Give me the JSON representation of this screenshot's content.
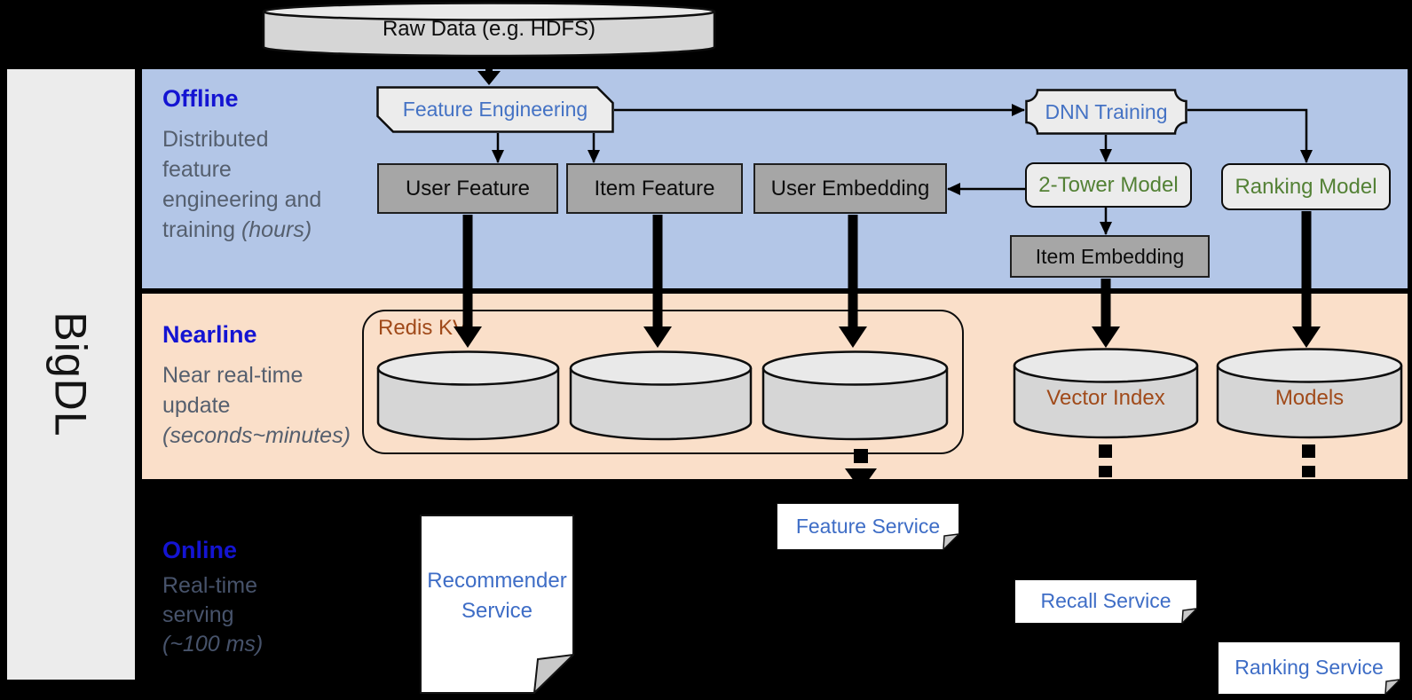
{
  "sidebar": {
    "label": "BigDL"
  },
  "source": {
    "label": "Raw Data (e.g. HDFS)"
  },
  "offline": {
    "title": "Offline",
    "desc_lines": [
      "Distributed",
      "feature",
      "engineering and"
    ],
    "desc_last": "training ",
    "desc_italic": "(hours)",
    "feature_engineering": "Feature Engineering",
    "dnn_training": "DNN Training",
    "user_feature": "User Feature",
    "item_feature": "Item Feature",
    "user_embedding": "User Embedding",
    "two_tower_model": "2-Tower Model",
    "ranking_model": "Ranking Model",
    "item_embedding": "Item Embedding"
  },
  "nearline": {
    "title": "Nearline",
    "desc_lines": [
      "Near real-time",
      "update"
    ],
    "desc_italic": "(seconds~minutes)",
    "redis_kv": "Redis KV",
    "vector_index": "Vector Index",
    "models": "Models"
  },
  "online": {
    "title": "Online",
    "desc_lines": [
      "Real-time",
      "serving"
    ],
    "desc_italic": "(~100 ms)",
    "recommender_service_lines": [
      "Recommender",
      "Service"
    ],
    "feature_service": "Feature Service",
    "recall_service": "Recall Service",
    "ranking_service": "Ranking Service"
  },
  "colors": {
    "offline_band": "#b3c6e7",
    "nearline_band": "#fadfc9",
    "online_band": "#000000",
    "heading_blue": "#1414d2",
    "shape_label_blue": "#4472c4",
    "model_green": "#538135",
    "store_brown": "#a04a1a",
    "gray_box": "#a6a6a6"
  }
}
